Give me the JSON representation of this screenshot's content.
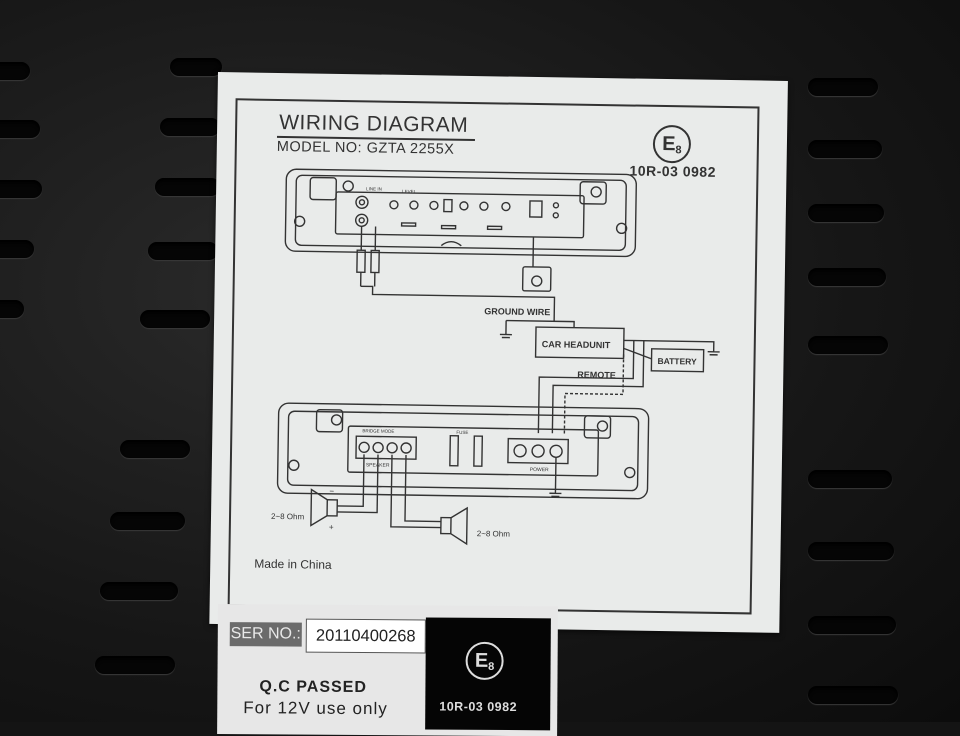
{
  "sticker": {
    "title": "WIRING DIAGRAM",
    "model": "MODEL NO: GZTA 2255X",
    "e_mark": "E",
    "e_mark_number": "8",
    "approval_number": "10R-03 0982",
    "made_in": "Made in China"
  },
  "diagram": {
    "ground_wire": "GROUND WIRE",
    "head_unit": "CAR HEADUNIT",
    "battery": "BATTERY",
    "remote": "REMOTE",
    "speaker_left_impedance": "2~8 Ohm",
    "speaker_right_impedance": "2~8 Ohm",
    "power_label": "POWER",
    "speaker_label": "SPEAKER",
    "bridge_label": "BRIDGE MODE",
    "fuse_label": "FUSE",
    "line_in_label": "LINE IN",
    "level_label": "LEVEL",
    "minus_sign": "−",
    "plus_sign": "+"
  },
  "qc_label": {
    "serial_label": "SER NO.:",
    "serial_number": "20110400268",
    "passed": "Q.C PASSED",
    "note": "For 12V use only",
    "e_mark": "E",
    "e_mark_number": "8",
    "approval_number": "10R-03 0982"
  },
  "colors": {
    "chassis": "#161616",
    "sticker": "#e9ebea",
    "ink": "#333333"
  }
}
